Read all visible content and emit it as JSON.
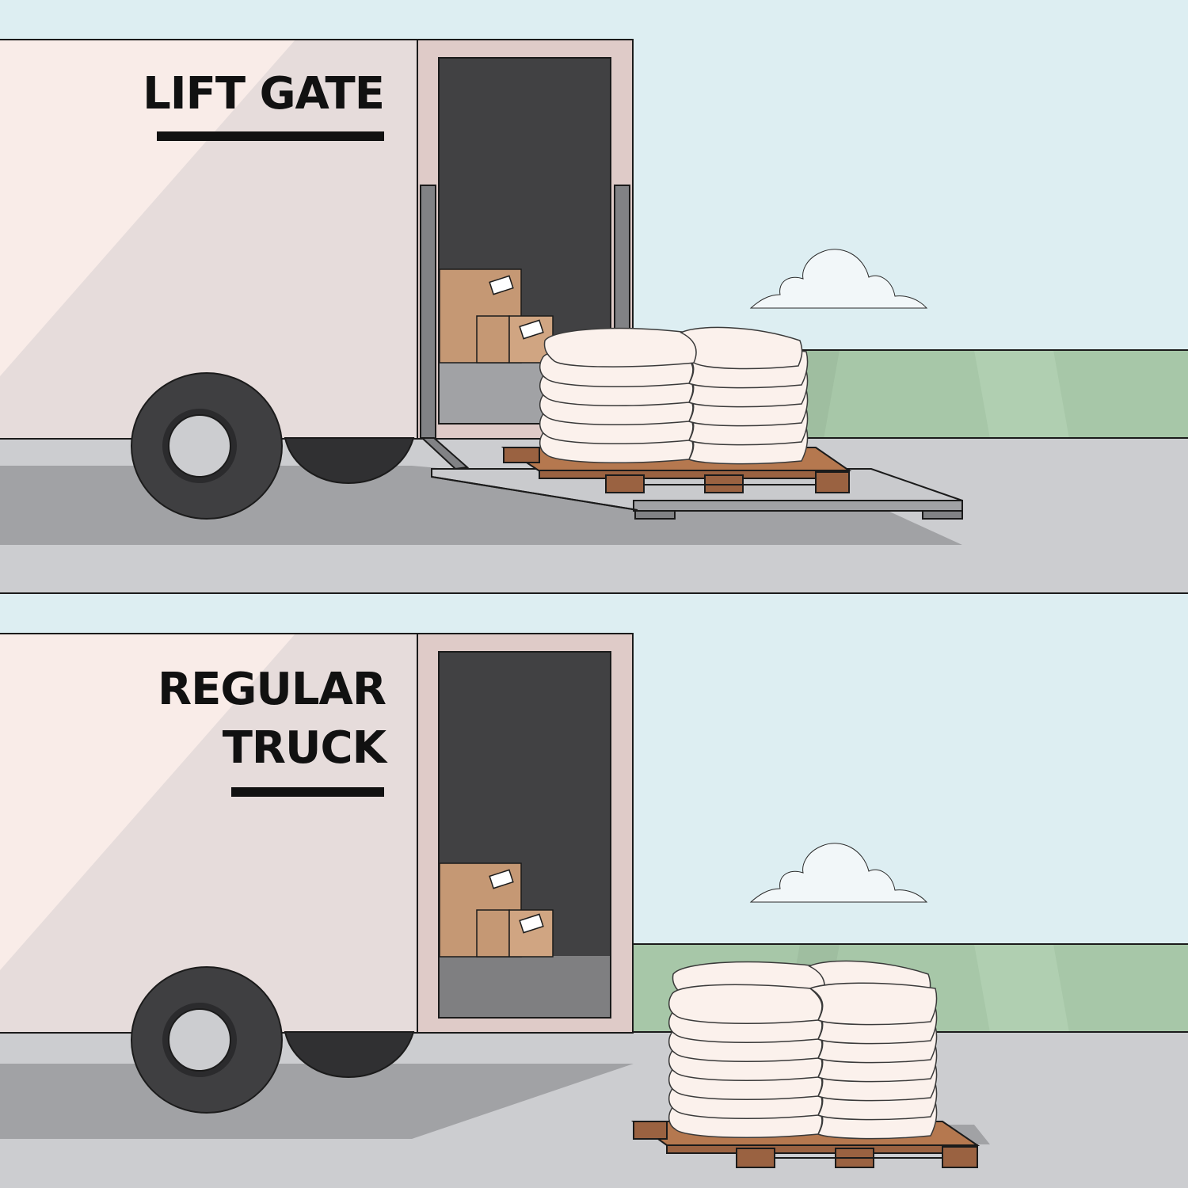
{
  "panels": [
    {
      "id": "lift-gate",
      "label": "LIFT GATE"
    },
    {
      "id": "regular-truck",
      "label_lines": [
        "REGULAR",
        "TRUCK"
      ]
    }
  ],
  "colors": {
    "sky": "#ddeef2",
    "grass": "#a7c7a8",
    "road": "#cccdd0",
    "shadow": "#a1a2a5",
    "truck_body": "#f9ece8",
    "door_frame": "#dfcbc8",
    "cargo_interior": "#414143",
    "tire": "#3f3f41",
    "box": "#c59874",
    "pallet": "#9a6241",
    "sack": "#fbf1ec",
    "lift_platform": "#c9cacd",
    "cloud": "#f2f7f9",
    "outline": "#1b1b1b"
  },
  "icons": [
    "truck",
    "tire",
    "cardboard-box",
    "pallet",
    "sack-stack",
    "lift-gate-platform",
    "cloud"
  ]
}
